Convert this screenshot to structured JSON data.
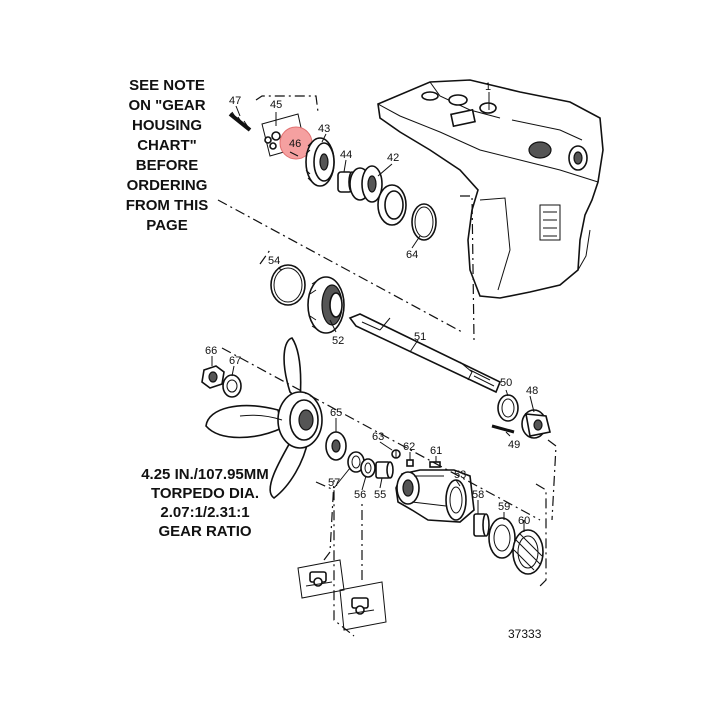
{
  "notes": {
    "ordering": [
      "SEE NOTE",
      "ON \"GEAR",
      "HOUSING",
      "CHART\"",
      "BEFORE",
      "ORDERING",
      "FROM THIS",
      "PAGE"
    ],
    "spec": [
      "4.25 IN./107.95MM",
      "TORPEDO DIA.",
      "2.07:1/2.31:1",
      "GEAR RATIO"
    ]
  },
  "drawing_number": "37333",
  "highlight": {
    "label": "46",
    "color": "#f5a0a0"
  },
  "part_labels": {
    "p1": "1",
    "p42": "42",
    "p43": "43",
    "p44": "44",
    "p45": "45",
    "p47": "47",
    "p48": "48",
    "p49": "49",
    "p50": "50",
    "p51": "51",
    "p52": "52",
    "p53": "53",
    "p54": "54",
    "p55": "55",
    "p56": "56",
    "p57": "57",
    "p58": "58",
    "p59": "59",
    "p60": "60",
    "p61": "61",
    "p62": "62",
    "p63": "63",
    "p64": "64",
    "p65": "65",
    "p66": "66",
    "p67": "67"
  }
}
